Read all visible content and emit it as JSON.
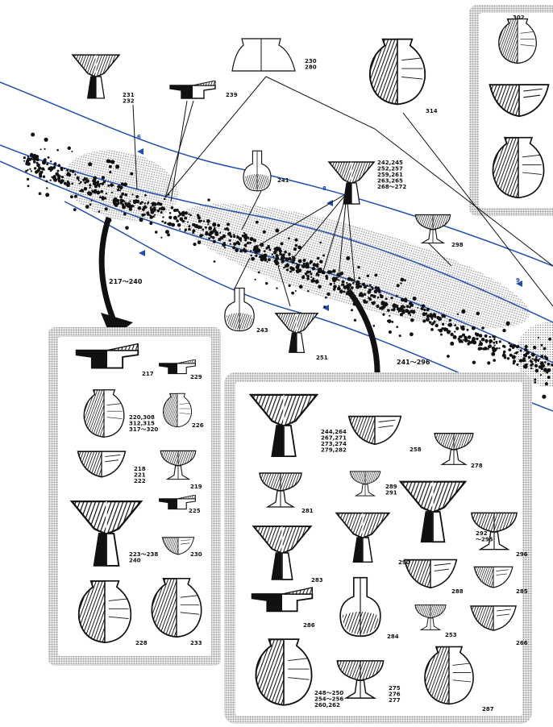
{
  "arrow_labels": {
    "left": "217～240",
    "right": "241～296"
  },
  "section_markers": {
    "a": "6",
    "b": "8",
    "c": "9"
  },
  "top_vessels": [
    {
      "name": "231",
      "text": "231\n232"
    },
    {
      "name": "239",
      "text": "239"
    },
    {
      "name": "230",
      "text": "230\n280"
    },
    {
      "name": "314",
      "text": "314"
    },
    {
      "name": "241",
      "text": "241"
    },
    {
      "name": "242",
      "text": "242,245\n252,257\n259,261\n263,265\n268～272"
    },
    {
      "name": "298",
      "text": "298"
    },
    {
      "name": "243",
      "text": "243"
    },
    {
      "name": "251",
      "text": "251"
    },
    {
      "name": "302",
      "text": "302"
    }
  ],
  "left_box": [
    {
      "name": "217",
      "text": "217"
    },
    {
      "name": "229",
      "text": "229"
    },
    {
      "name": "220",
      "text": "220,308\n312,315\n317～320"
    },
    {
      "name": "226",
      "text": "226"
    },
    {
      "name": "218",
      "text": "218\n221\n222"
    },
    {
      "name": "219",
      "text": "219"
    },
    {
      "name": "225",
      "text": "225"
    },
    {
      "name": "223",
      "text": "223～238\n240"
    },
    {
      "name": "230b",
      "text": "230"
    },
    {
      "name": "228",
      "text": "228"
    },
    {
      "name": "233",
      "text": "233"
    }
  ],
  "right_box": [
    {
      "name": "244",
      "text": "244,264\n267,271\n273,274\n279,282"
    },
    {
      "name": "258",
      "text": "258"
    },
    {
      "name": "278",
      "text": "278"
    },
    {
      "name": "281",
      "text": "281"
    },
    {
      "name": "289",
      "text": "289\n291"
    },
    {
      "name": "292",
      "text": "292\n～295"
    },
    {
      "name": "290",
      "text": "290"
    },
    {
      "name": "296",
      "text": "296"
    },
    {
      "name": "283",
      "text": "283"
    },
    {
      "name": "286",
      "text": "286"
    },
    {
      "name": "285",
      "text": "285"
    },
    {
      "name": "288",
      "text": "288"
    },
    {
      "name": "284",
      "text": "284"
    },
    {
      "name": "253",
      "text": "253"
    },
    {
      "name": "266",
      "text": "266"
    },
    {
      "name": "248",
      "text": "248～250\n254～256\n260,262"
    },
    {
      "name": "275",
      "text": "275\n276\n277"
    },
    {
      "name": "287",
      "text": "287"
    }
  ]
}
